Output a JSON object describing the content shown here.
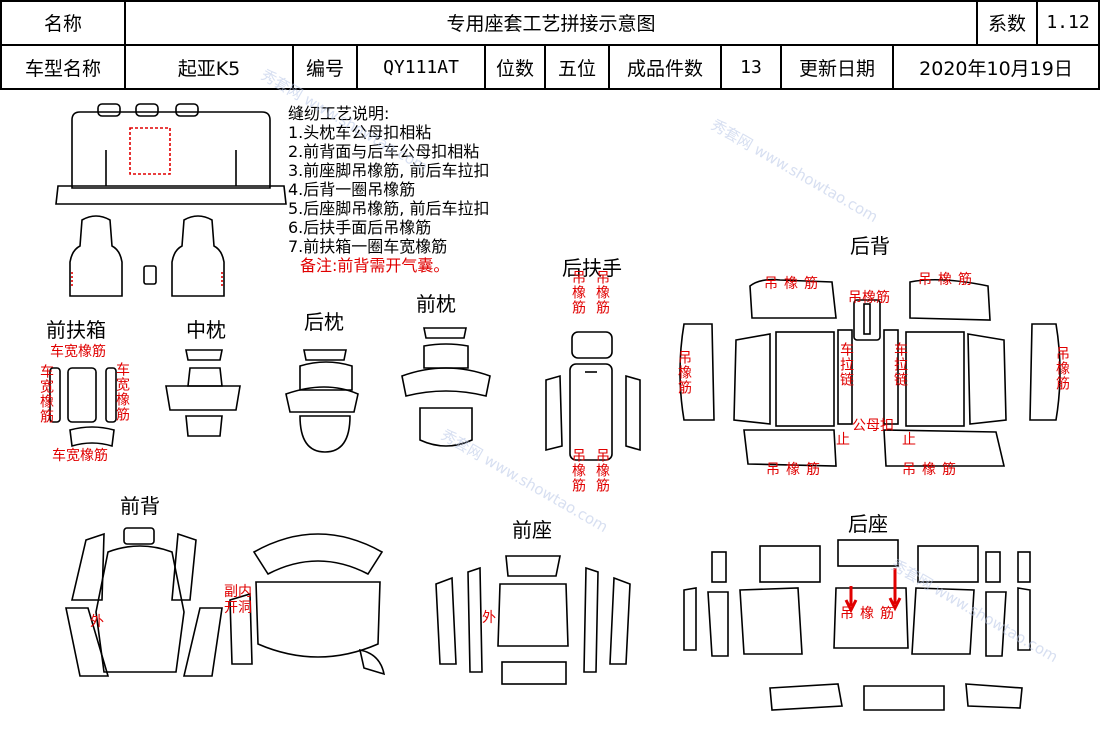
{
  "header": {
    "name_label": "名称",
    "title": "专用座套工艺拼接示意图",
    "coef_label": "系数",
    "coef_value": "1.12",
    "model_label": "车型名称",
    "model_value": "起亚K5",
    "code_label": "编号",
    "code_value": "QY111AT",
    "seats_label": "位数",
    "seats_value": "五位",
    "pieces_label": "成品件数",
    "pieces_value": "13",
    "date_label": "更新日期",
    "date_value": "2020年10月19日"
  },
  "notes": {
    "title": "缝纫工艺说明:",
    "items": [
      "1.头枕车公母扣相粘",
      "2.前背面与后车公母扣相粘",
      "3.前座脚吊橡筋, 前后车拉扣",
      "4.后背一圈吊橡筋",
      "5.后座脚吊橡筋, 前后车拉扣",
      "6.后扶手面后吊橡筋",
      "7.前扶箱一圈车宽橡筋"
    ],
    "remark": "备注:前背需开气囊。"
  },
  "sections": {
    "front_armbox": "前扶箱",
    "mid_pillow": "中枕",
    "rear_pillow": "后枕",
    "front_pillow": "前枕",
    "rear_armrest": "后扶手",
    "rear_back": "后背",
    "front_back": "前背",
    "front_seat": "前座",
    "rear_seat": "后座"
  },
  "annotations": {
    "wide_elastic": "车宽橡筋",
    "hang_elastic": "吊橡筋",
    "zipper": "车拉链",
    "snap": "公母扣",
    "stop": "止",
    "outer": "外",
    "side_airbag": "副内开洞"
  },
  "colors": {
    "annotation_red": "#e00000",
    "line": "#000000",
    "watermark": "#b7c6e6"
  },
  "watermark_text": "秀套网 www.showtao.com"
}
